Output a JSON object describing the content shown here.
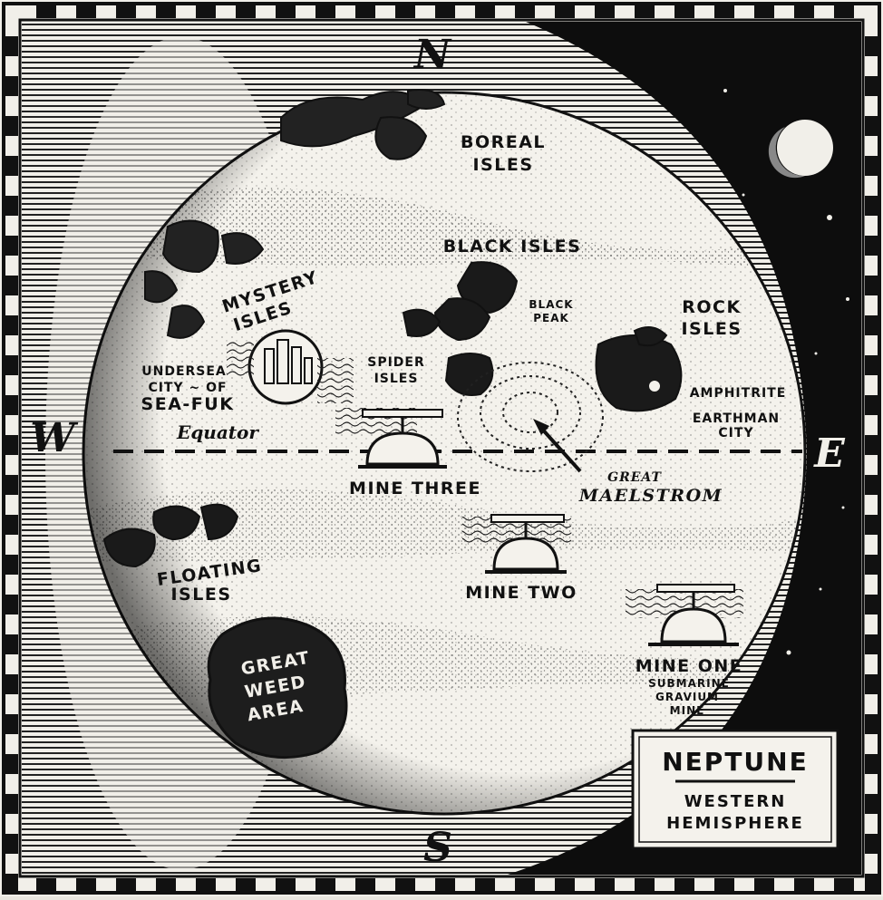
{
  "map": {
    "title": "NEPTUNE",
    "subtitle_line1": "WESTERN",
    "subtitle_line2": "HEMISPHERE",
    "compass": {
      "north": "N",
      "south": "S",
      "east": "E",
      "west": "W"
    },
    "equator_label": "Equator",
    "regions": {
      "boreal_1": "BOREAL",
      "boreal_2": "ISLES",
      "black_isles": "BLACK ISLES",
      "black_peak_1": "BLACK",
      "black_peak_2": "PEAK",
      "mystery_1": "MYSTERY",
      "mystery_2": "ISLES",
      "rock_1": "ROCK",
      "rock_2": "ISLES",
      "spider_1": "SPIDER",
      "spider_2": "ISLES",
      "undersea_1": "UNDERSEA",
      "undersea_2": "CITY ~ OF",
      "undersea_3": "SEA-FUK",
      "amphitrite": "AMPHITRITE",
      "earthman_1": "EARTHMAN",
      "earthman_2": "CITY",
      "maelstrom_1": "GREAT",
      "maelstrom_2": "MAELSTROM",
      "mine_three": "MINE THREE",
      "mine_two": "MINE TWO",
      "mine_one": "MINE ONE",
      "mine_one_sub1": "SUBMARINE",
      "mine_one_sub2": "GRAVIUM",
      "mine_one_sub3": "MINE",
      "floating_1": "FLOATING",
      "floating_2": "ISLES",
      "weed_1": "GREAT",
      "weed_2": "WEED",
      "weed_3": "AREA"
    }
  }
}
